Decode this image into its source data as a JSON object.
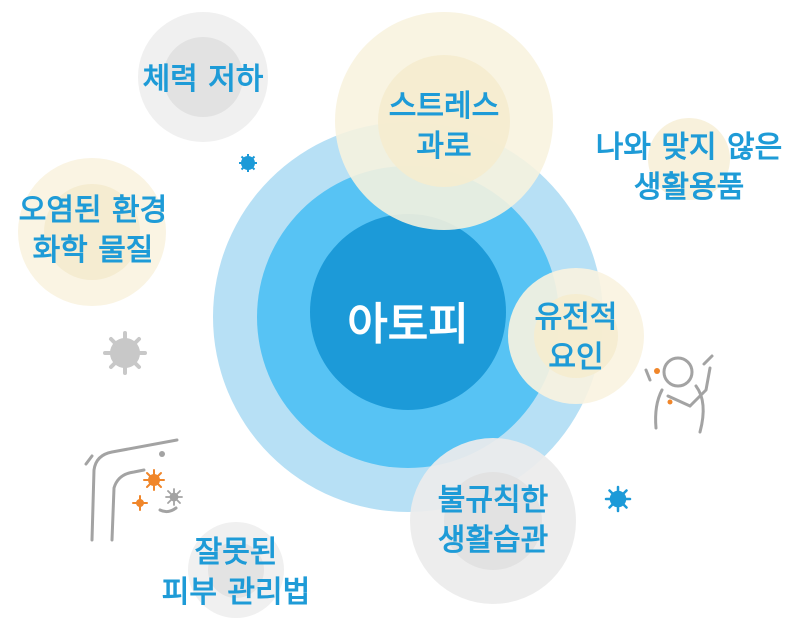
{
  "center": {
    "label": "아토피"
  },
  "factors": {
    "stamina": {
      "lines": [
        "체력 저하"
      ]
    },
    "stress": {
      "lines": [
        "스트레스",
        "과로"
      ]
    },
    "products": {
      "lines": [
        "나와 맞지 않은",
        "생활용품"
      ]
    },
    "env": {
      "lines": [
        "오염된 환경",
        "화학 물질"
      ]
    },
    "genetic": {
      "lines": [
        "유전적",
        "요인"
      ]
    },
    "lifestyle": {
      "lines": [
        "불규칙한",
        "생활습관"
      ]
    },
    "skincare": {
      "lines": [
        "잘못된",
        "피부 관리법"
      ]
    }
  },
  "colors": {
    "outer_ring": "#aedbf2",
    "middle_ring": "#5ec4f3",
    "core": "#1e9bd7",
    "label_text": "#1e9bd7",
    "grey_bubble": "#e9e9e9",
    "cream_bubble": "#f8f1dd",
    "accent_orange": "#f0862a",
    "icon_grey": "#aaaaaa"
  }
}
